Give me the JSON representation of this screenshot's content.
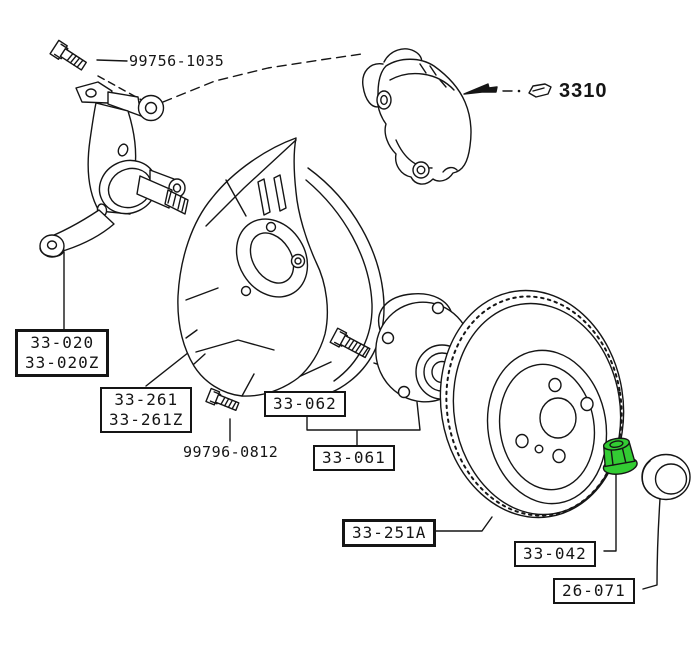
{
  "diagram": {
    "title": "Front brake disc and wheel hub exploded parts diagram",
    "colors": {
      "background": "#ffffff",
      "line": "#151515",
      "highlight_green": "#33cc33"
    },
    "labels": {
      "upper_bolt": {
        "text": "99756-1035"
      },
      "caliper_ref": {
        "text": "3310"
      },
      "knuckle": {
        "line1": "33-020",
        "line2": "33-020Z"
      },
      "dust_shield": {
        "line1": "33-261",
        "line2": "33-261Z"
      },
      "lower_bolt": {
        "text": "99796-0812"
      },
      "wheel_stud": {
        "text": "33-062"
      },
      "wheel_hub": {
        "text": "33-061"
      },
      "brake_disc": {
        "text": "33-251A"
      },
      "hub_nut": {
        "text": "33-042"
      },
      "grease_cap": {
        "text": "26-071"
      }
    },
    "parts": [
      {
        "name": "mounting-bolt-upper",
        "part_number": "99756-1035"
      },
      {
        "name": "brake-caliper",
        "ref": "3310"
      },
      {
        "name": "steering-knuckle",
        "part_numbers": [
          "33-020",
          "33-020Z"
        ]
      },
      {
        "name": "dust-shield",
        "part_numbers": [
          "33-261",
          "33-261Z"
        ]
      },
      {
        "name": "mounting-bolt-lower",
        "part_number": "99796-0812"
      },
      {
        "name": "wheel-stud",
        "part_number": "33-062"
      },
      {
        "name": "wheel-hub",
        "part_number": "33-061"
      },
      {
        "name": "brake-disc",
        "part_number": "33-251A"
      },
      {
        "name": "hub-nut",
        "part_number": "33-042",
        "highlighted": true
      },
      {
        "name": "grease-cap",
        "part_number": "26-071"
      }
    ]
  }
}
